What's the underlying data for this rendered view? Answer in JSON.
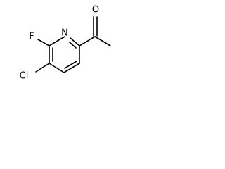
{
  "structure": {
    "atom_labels": {
      "oxygen": "O",
      "nitrogen": "N",
      "fluorine": "F",
      "chlorine": "Cl"
    }
  }
}
